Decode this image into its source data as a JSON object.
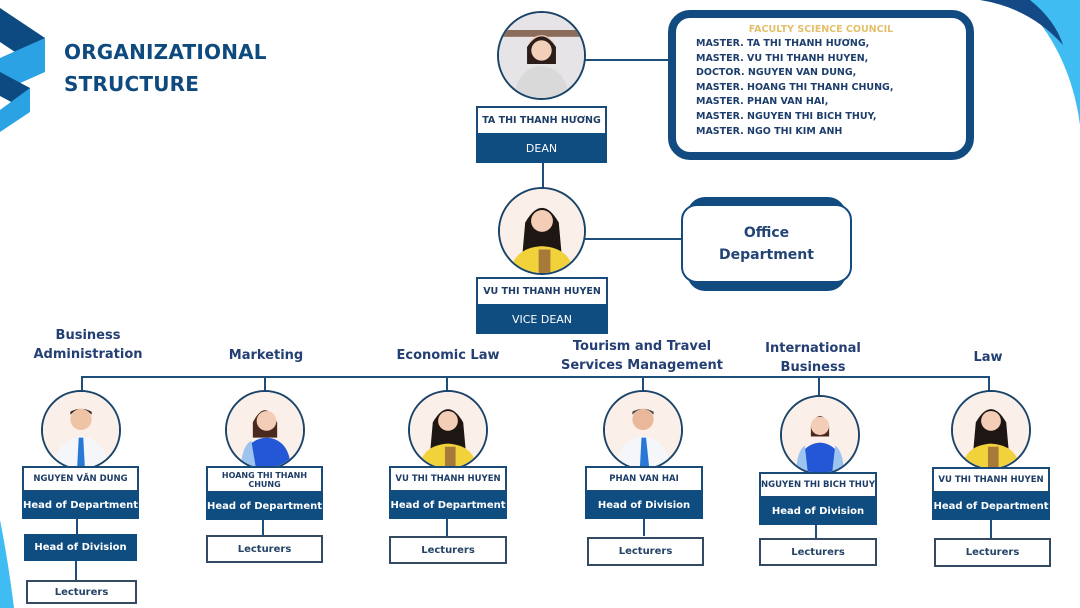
{
  "header": {
    "title_line1": "ORGANIZATIONAL",
    "title_line2": "STRUCTURE"
  },
  "colors": {
    "navy": "#0f4c80",
    "light_blue": "#3fb6ee",
    "gold": "#e2c06b",
    "text": "#1d3e6c"
  },
  "dean": {
    "name": "TA THI THANH HƯƠNG",
    "role": "DEAN",
    "avatar": "dean-portrait"
  },
  "vice_dean": {
    "name": "VU THI THANH HUYEN",
    "role": "VICE DEAN",
    "avatar": "vice-dean-portrait"
  },
  "council": {
    "title": "FACULTY SCIENCE COUNCIL",
    "members": [
      "MASTER. TA THI THANH HƯƠNG,",
      "MASTER. VU THI THANH HUYEN,",
      "DOCTOR. NGUYEN VAN DUNG,",
      "MASTER. HOANG THI THANH CHUNG,",
      "MASTER. PHAN VAN HAI,",
      "MASTER. NGUYEN THI BICH THUY,",
      "MASTER. NGO THI KIM ANH"
    ]
  },
  "office": {
    "line1": "Office",
    "line2": "Department"
  },
  "departments": [
    {
      "title_line1": "Business",
      "title_line2": "Administration",
      "head": "NGUYEN VĂN DUNG",
      "role": "Head of Department",
      "sub_role": "Head of Division",
      "staff": "Lecturers"
    },
    {
      "title_line1": "Marketing",
      "title_line2": "",
      "head": "HOANG THI THANH CHUNG",
      "role": "Head of Department",
      "staff": "Lecturers"
    },
    {
      "title_line1": "Economic Law",
      "title_line2": "",
      "head": "VU THI THANH HUYEN",
      "role": "Head of Department",
      "staff": "Lecturers"
    },
    {
      "title_line1": "Tourism and Travel",
      "title_line2": "Services Management",
      "head": "PHAN VAN HAI",
      "role": "Head of Division",
      "staff": "Lecturers"
    },
    {
      "title_line1": "International",
      "title_line2": "Business",
      "head": "NGUYEN THI BICH THUY",
      "role": "Head of Division",
      "staff": "Lecturers"
    },
    {
      "title_line1": "Law",
      "title_line2": "",
      "head": "VU THI THANH HUYEN",
      "role": "Head of Department",
      "staff": "Lecturers"
    }
  ]
}
